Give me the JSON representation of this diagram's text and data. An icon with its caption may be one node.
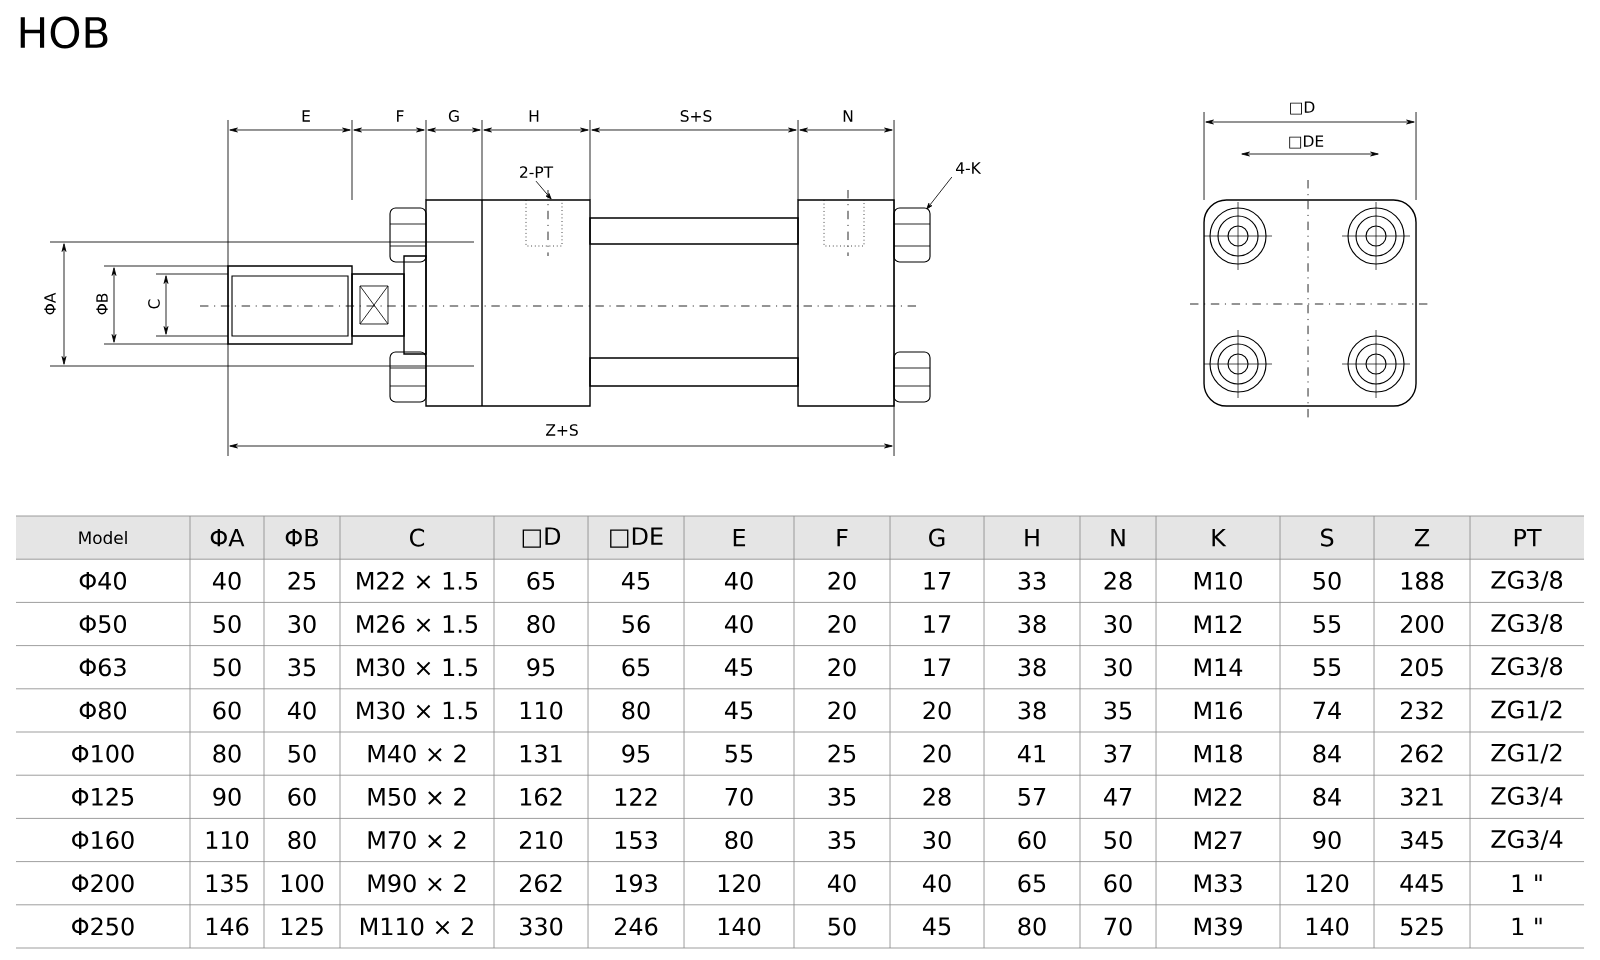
{
  "diagram": {
    "title": "HOB",
    "nodes": [
      {
        "text": [
          "2-PT"
        ]
      },
      {
        "text": [
          "4-K"
        ]
      }
    ],
    "edges": [
      {
        "from": 0,
        "to": null,
        "arrow": "to"
      },
      {
        "from": 1,
        "to": null,
        "arrow": "to"
      }
    ],
    "labels": [
      "E",
      "F",
      "G",
      "H",
      "S+S",
      "N",
      "ΦA",
      "ΦB",
      "C",
      "Z+S",
      "□D",
      "□DE",
      "Model",
      "ΦA",
      "ΦB",
      "C",
      "□D",
      "□DE",
      "E",
      "F",
      "G",
      "H",
      "N",
      "K",
      "S",
      "Z",
      "PT",
      "Φ40",
      "40",
      "25",
      "M22 × 1.5",
      "65",
      "45",
      "40",
      "20",
      "17",
      "33",
      "28",
      "M10",
      "50",
      "188",
      "ZG3/8",
      "Φ50",
      "50",
      "30",
      "M26 × 1.5",
      "80",
      "56",
      "40",
      "20",
      "17",
      "38",
      "30",
      "M12",
      "55",
      "200",
      "ZG3/8",
      "Φ63",
      "50",
      "35",
      "M30 × 1.5",
      "95",
      "65",
      "45",
      "20",
      "17",
      "38",
      "30",
      "M14",
      "55",
      "205",
      "ZG3/8",
      "Φ80",
      "60",
      "40",
      "M30 × 1.5",
      "110",
      "80",
      "45",
      "20",
      "20",
      "38",
      "35",
      "M16",
      "74",
      "232",
      "ZG1/2",
      "Φ100",
      "80",
      "50",
      "M40 × 2",
      "131",
      "95",
      "55",
      "25",
      "20",
      "41",
      "37",
      "M18",
      "84",
      "262",
      "ZG1/2",
      "Φ125",
      "90",
      "60",
      "M50 × 2",
      "162",
      "122",
      "70",
      "35",
      "28",
      "57",
      "47",
      "M22",
      "84",
      "321",
      "ZG3/4",
      "Φ160",
      "110",
      "80",
      "M70 × 2",
      "210",
      "153",
      "80",
      "35",
      "30",
      "60",
      "50",
      "M27",
      "90",
      "345",
      "ZG3/4",
      "Φ200",
      "135",
      "100",
      "M90 × 2",
      "262",
      "193",
      "120",
      "40",
      "40",
      "65",
      "60",
      "M33",
      "120",
      "445",
      "1 \"",
      "Φ250",
      "146",
      "125",
      "M110 × 2",
      "330",
      "246",
      "140",
      "50",
      "45",
      "80",
      "70",
      "M39",
      "140",
      "525",
      "1 \""
    ]
  }
}
